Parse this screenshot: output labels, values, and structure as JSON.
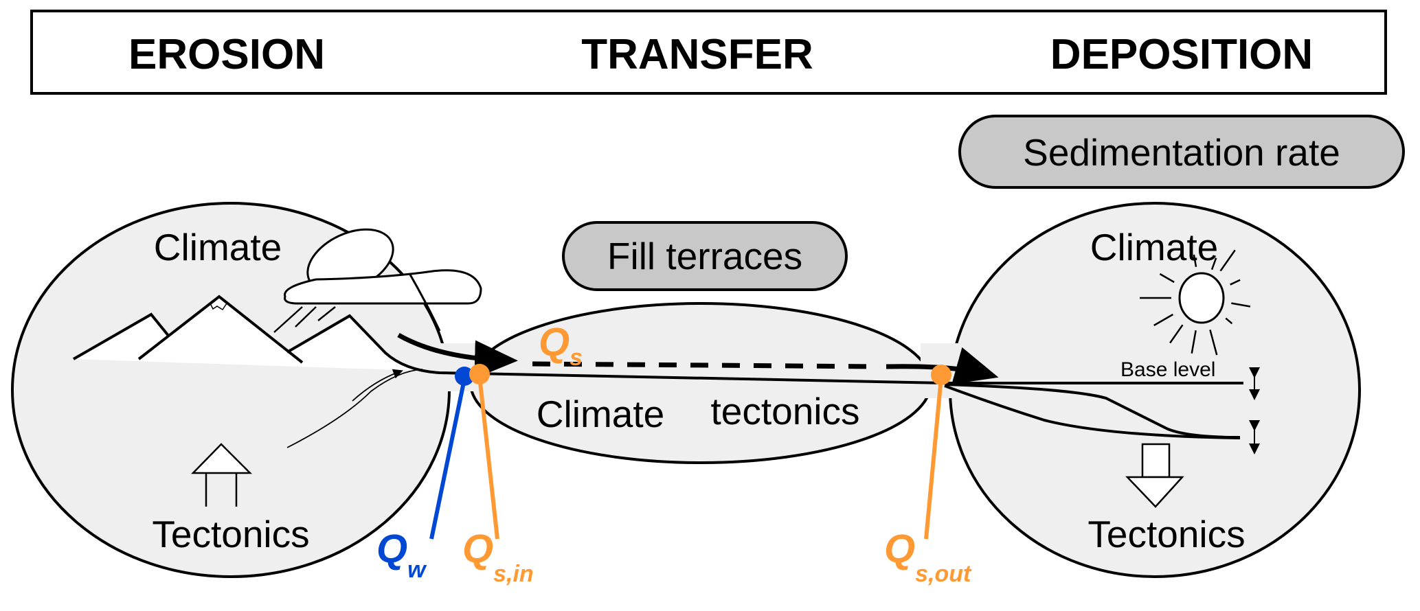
{
  "header": {
    "erosion": "EROSION",
    "transfer": "TRANSFER",
    "deposition": "DEPOSITION"
  },
  "boxes": {
    "fill_terraces": "Fill terraces",
    "sedimentation_rate": "Sedimentation rate"
  },
  "erosion_zone": {
    "climate": "Climate",
    "tectonics": "Tectonics"
  },
  "transfer_zone": {
    "climate": "Climate",
    "tectonics": "tectonics"
  },
  "deposition_zone": {
    "climate": "Climate",
    "tectonics": "Tectonics",
    "base_level": "Base level"
  },
  "fluxes": {
    "qw": {
      "main": "Q",
      "sub": "w"
    },
    "qs": {
      "main": "Q",
      "sub": "s"
    },
    "qs_in": {
      "main": "Q",
      "sub": "s,in"
    },
    "qs_out": {
      "main": "Q",
      "sub": "s,out"
    }
  },
  "colors": {
    "water": "#0047d4",
    "sediment": "#ff9933",
    "zone_fill": "#efefef",
    "box_fill": "#c8c8c8"
  }
}
